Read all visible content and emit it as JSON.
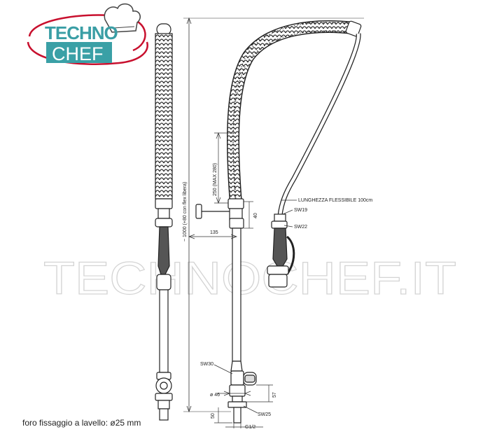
{
  "logo": {
    "line1": "TECHNO",
    "line2": "CHEF",
    "colors": {
      "red": "#c8102e",
      "teal": "#3aa0a6"
    }
  },
  "watermark": "TECHNOCHEF.IT",
  "dimensions": {
    "total_height": "~ 1000 (+80 con flex libera)",
    "spring_length": "250 (MAX 280)",
    "offset": "135",
    "h40": "40",
    "hose_length": "LUNGHEZZA FLESSIBILE 100cm",
    "sw19": "SW19",
    "sw22": "SW22",
    "sw30": "SW30",
    "dia46": "ø 46",
    "h57": "57",
    "sw25": "SW25",
    "h50": "50",
    "thread": "G1/2"
  },
  "caption": "foro fissaggio a lavello: ø25 mm"
}
